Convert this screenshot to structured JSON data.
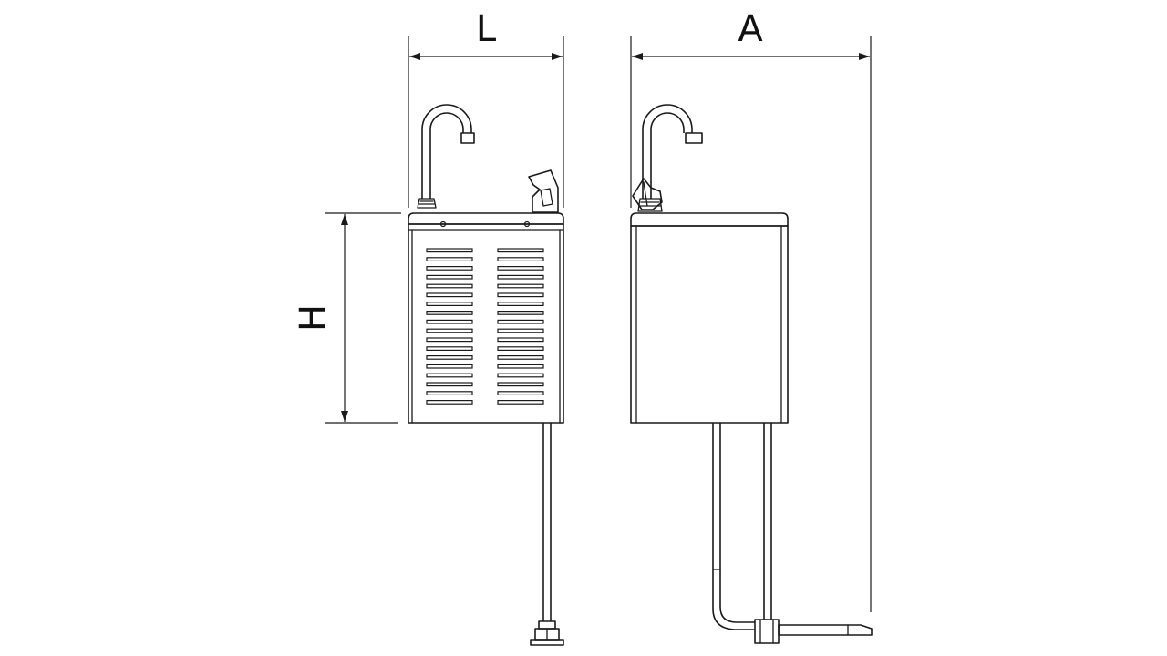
{
  "dimensions": {
    "width_label": "L",
    "depth_label": "A",
    "height_label": "H"
  },
  "colors": {
    "line": "#1a1a1a",
    "background": "#ffffff"
  }
}
